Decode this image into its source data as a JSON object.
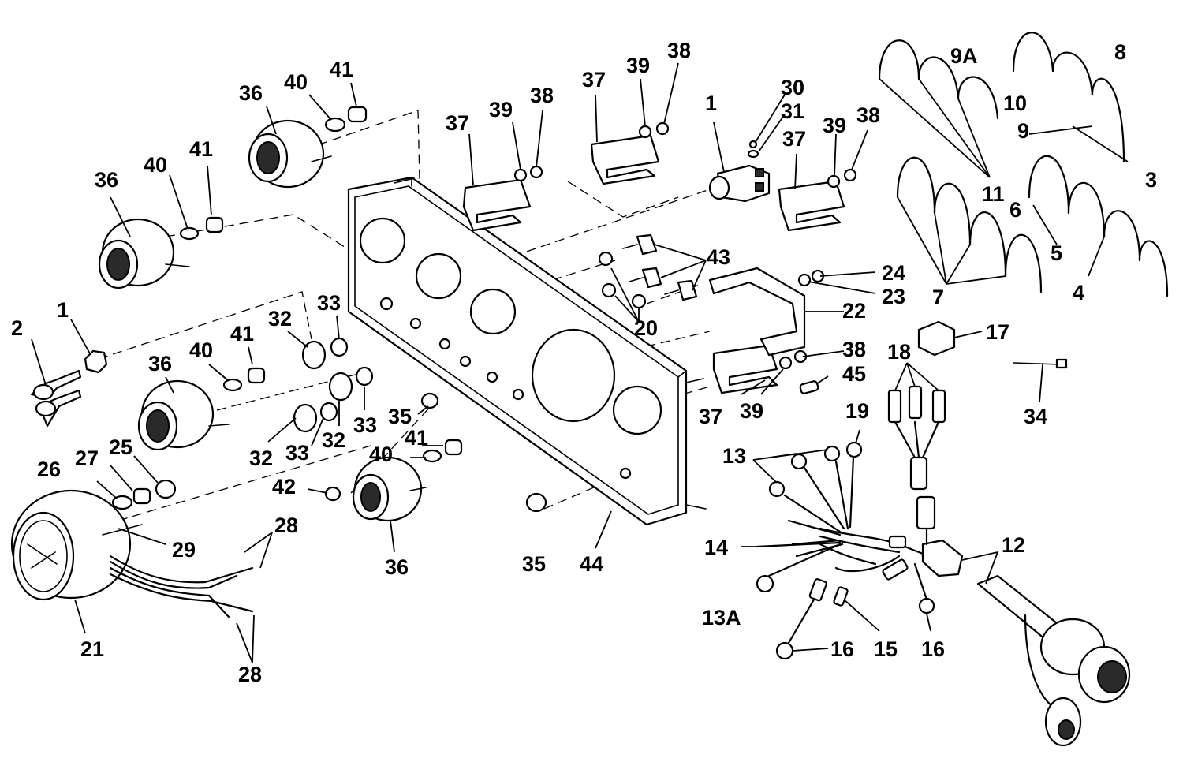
{
  "callouts": [
    {
      "text": "1"
    },
    {
      "text": "2"
    },
    {
      "text": "36"
    },
    {
      "text": "40"
    },
    {
      "text": "41"
    },
    {
      "text": "36"
    },
    {
      "text": "40"
    },
    {
      "text": "41"
    },
    {
      "text": "32"
    },
    {
      "text": "33"
    },
    {
      "text": "36"
    },
    {
      "text": "40"
    },
    {
      "text": "41"
    },
    {
      "text": "32"
    },
    {
      "text": "33"
    },
    {
      "text": "32"
    },
    {
      "text": "33"
    },
    {
      "text": "35"
    },
    {
      "text": "41"
    },
    {
      "text": "40"
    },
    {
      "text": "26"
    },
    {
      "text": "27"
    },
    {
      "text": "25"
    },
    {
      "text": "42"
    },
    {
      "text": "29"
    },
    {
      "text": "28"
    },
    {
      "text": "21"
    },
    {
      "text": "28"
    },
    {
      "text": "36"
    },
    {
      "text": "35"
    },
    {
      "text": "44"
    },
    {
      "text": "37"
    },
    {
      "text": "39"
    },
    {
      "text": "38"
    },
    {
      "text": "37"
    },
    {
      "text": "39"
    },
    {
      "text": "38"
    },
    {
      "text": "1"
    },
    {
      "text": "30"
    },
    {
      "text": "31"
    },
    {
      "text": "37"
    },
    {
      "text": "39"
    },
    {
      "text": "38"
    },
    {
      "text": "43"
    },
    {
      "text": "20"
    },
    {
      "text": "24"
    },
    {
      "text": "23"
    },
    {
      "text": "22"
    },
    {
      "text": "38"
    },
    {
      "text": "45"
    },
    {
      "text": "37"
    },
    {
      "text": "39"
    },
    {
      "text": "9A"
    },
    {
      "text": "8"
    },
    {
      "text": "10"
    },
    {
      "text": "9"
    },
    {
      "text": "3"
    },
    {
      "text": "11"
    },
    {
      "text": "6"
    },
    {
      "text": "5"
    },
    {
      "text": "7"
    },
    {
      "text": "4"
    },
    {
      "text": "17"
    },
    {
      "text": "18"
    },
    {
      "text": "34"
    },
    {
      "text": "13"
    },
    {
      "text": "19"
    },
    {
      "text": "14"
    },
    {
      "text": "13A"
    },
    {
      "text": "12"
    },
    {
      "text": "16"
    },
    {
      "text": "15"
    },
    {
      "text": "16"
    }
  ]
}
